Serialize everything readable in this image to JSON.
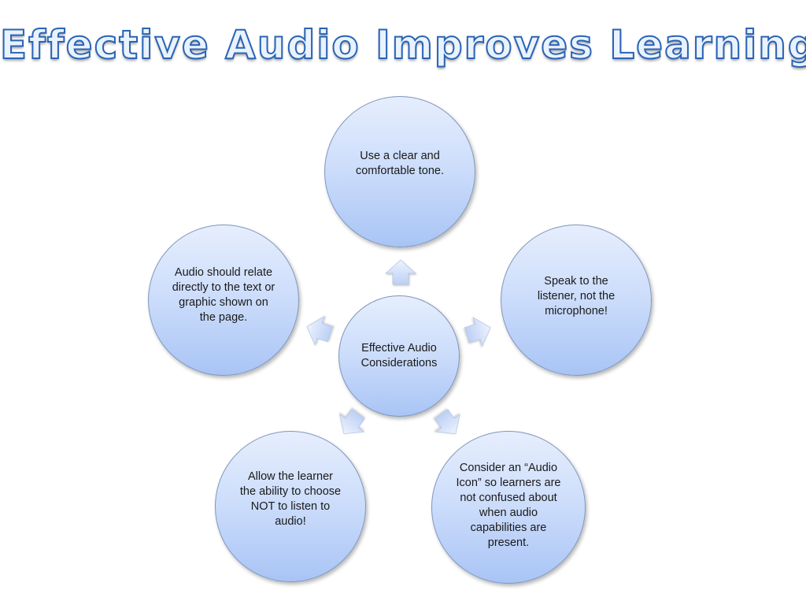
{
  "title": "Effective Audio Improves Learning",
  "center": {
    "text": "Effective Audio Considerations"
  },
  "nodes": {
    "top": "Use a clear and comfortable tone.",
    "right": "Speak to the listener, not the microphone!",
    "bottom_right": "Consider an “Audio Icon” so learners are not confused about when audio capabilities are present.",
    "bottom_left": "Allow the learner the ability to choose NOT to listen to audio!",
    "left": "Audio should relate directly to the text or graphic shown on the page."
  },
  "colors": {
    "node_fill_top": "#e6eefd",
    "node_fill_bottom": "#a9c4f5",
    "node_border": "#7f97bd",
    "title_fill": "#e9f2ff",
    "title_outline": "#2a64b5",
    "arrow_fill": "#d4e2fb"
  }
}
